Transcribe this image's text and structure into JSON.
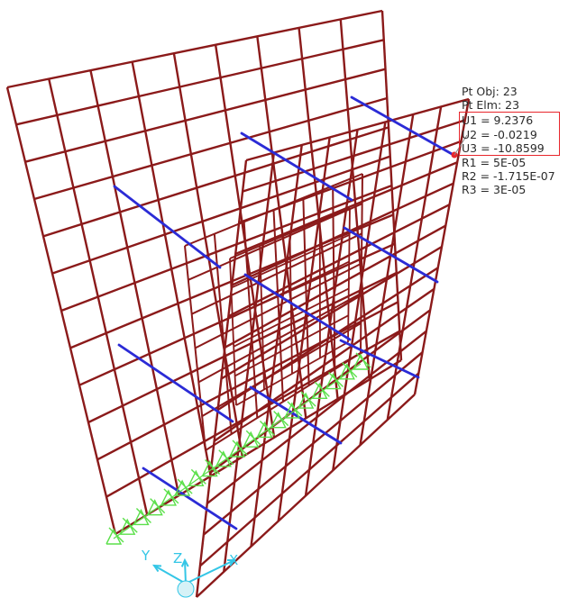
{
  "viewer": {
    "title": "",
    "tooltip": {
      "pt_obj": "Pt Obj: 23",
      "pt_elm": "Pt Elm: 23",
      "u1": "U1 =  9.2376",
      "u2": "U2 = -0.0219",
      "u3": "U3 = -10.8599",
      "r1": "R1 =  5E-05",
      "r2": "R2 = -1.715E-07",
      "r3": "R3 =  3E-05"
    },
    "highlighted_rows": [
      "u1",
      "u2",
      "u3"
    ],
    "axes": {
      "x_label": "X",
      "y_label": "Y",
      "z_label": "Z"
    },
    "colors": {
      "frame": "#8b1a1a",
      "beam": "#2b2bd6",
      "support": "#5be04a",
      "highlight_box": "#e8262c",
      "axis": "#34c6e6",
      "text": "#2b2b2b"
    }
  }
}
